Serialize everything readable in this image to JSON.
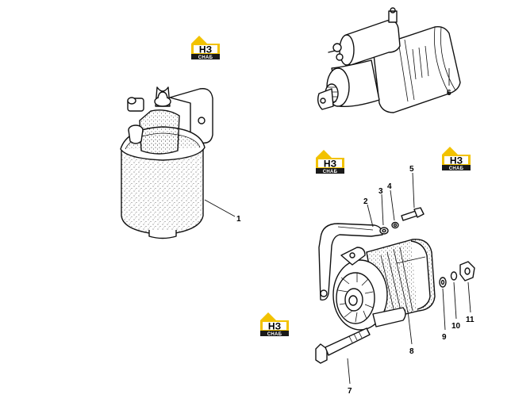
{
  "logo": {
    "top_text": "НЗ",
    "bottom_text": "СНАБ",
    "accent_color": "#f2c200",
    "dark_color": "#1a1a1a"
  },
  "callouts": {
    "c1": "1",
    "c2": "2",
    "c3": "3",
    "c4": "4",
    "c5": "5",
    "c6": "6",
    "c7": "7",
    "c8": "8",
    "c9": "9",
    "c10": "10",
    "c11": "11"
  }
}
